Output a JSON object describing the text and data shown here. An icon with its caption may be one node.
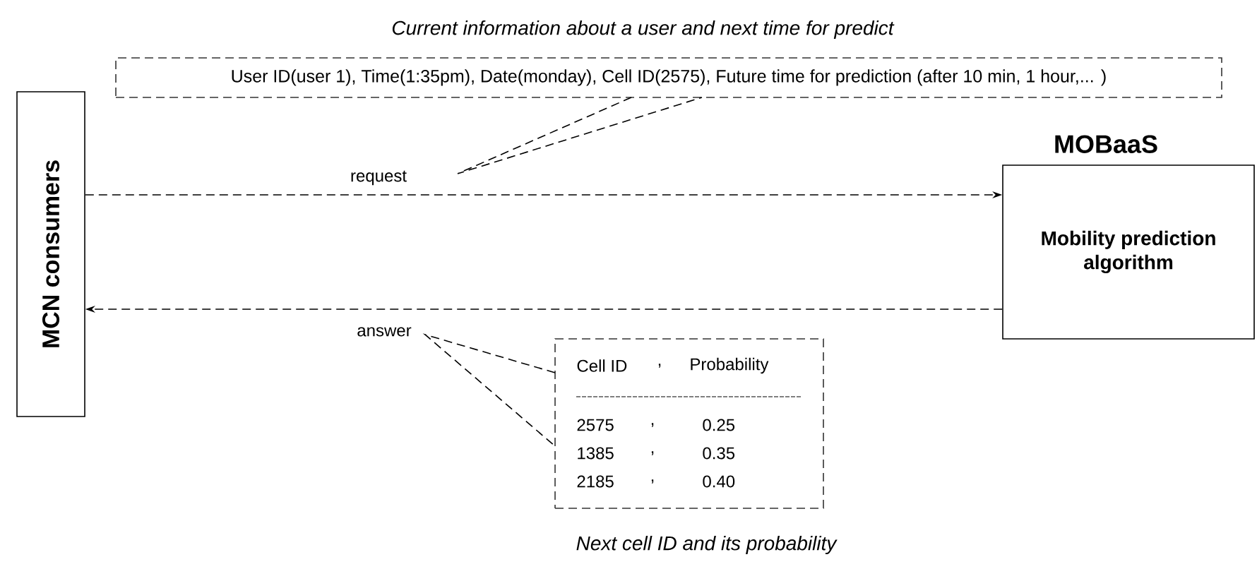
{
  "diagram": {
    "nodes": [
      {
        "text": [
          "MCN consumers"
        ]
      },
      {
        "text": [
          "MOBaaS",
          "Mobility prediction algorithm"
        ]
      },
      {
        "text": [
          "User ID(user 1), Time(1:35pm), Date(monday), Cell ID(2575), Future time for prediction (after 10 min, 1 hour,... )"
        ],
        "beside": [
          "Current information about a user and next time for predict"
        ]
      },
      {
        "text": [
          "Cell ID",
          ",",
          "Probability",
          "2575",
          ",",
          "0.25",
          "1385",
          ",",
          "0.35",
          "2185",
          ",",
          "0.40"
        ],
        "beside": [
          "Next cell ID and its probability"
        ]
      }
    ],
    "edges": [
      {
        "from": 0,
        "to": 1,
        "arrow": "to",
        "style": "dashed",
        "label": "request"
      },
      {
        "from": 1,
        "to": 0,
        "arrow": "to",
        "style": "dashed",
        "label": "answer"
      },
      {
        "from": 2,
        "to": null,
        "arrow": "none",
        "style": "dashed"
      },
      {
        "from": 3,
        "to": null,
        "arrow": "none",
        "style": "dashed"
      }
    ]
  }
}
